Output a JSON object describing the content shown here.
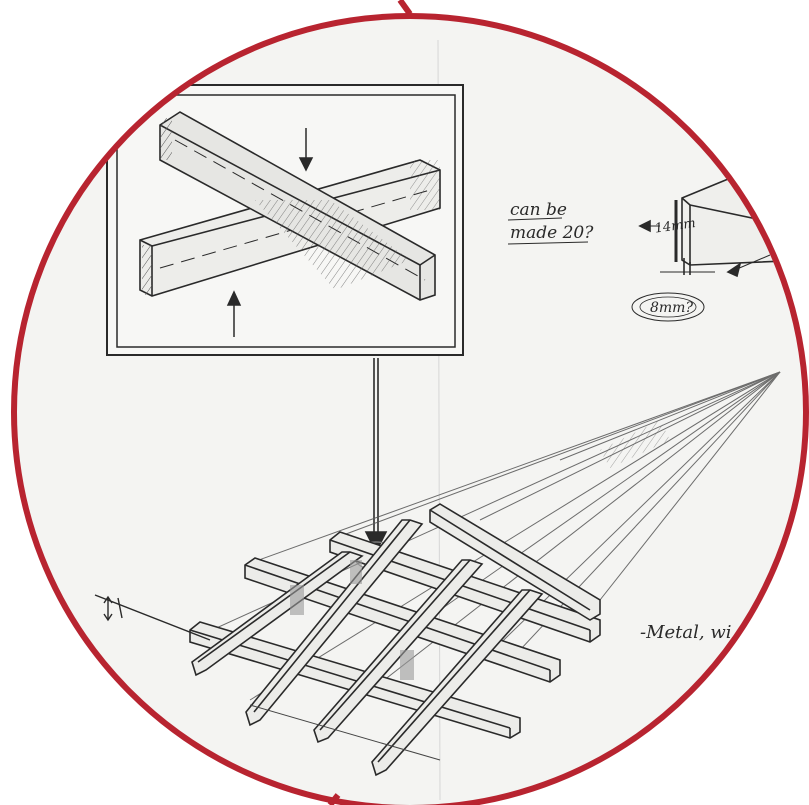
{
  "annotations": {
    "note_line1": "can be",
    "note_line2": "made 20?",
    "dim_height": "14mm",
    "dim_width": "8mm?",
    "material": "-Metal, wi"
  },
  "colors": {
    "frame_ring": "#b82430",
    "ink": "#2a2a2a",
    "paper": "#f4f4f2",
    "background": "#ffffff"
  },
  "elements": {
    "inset_detail": "cross-halving joint detail",
    "main_drawing": "perspective grid of interlocking battens"
  }
}
